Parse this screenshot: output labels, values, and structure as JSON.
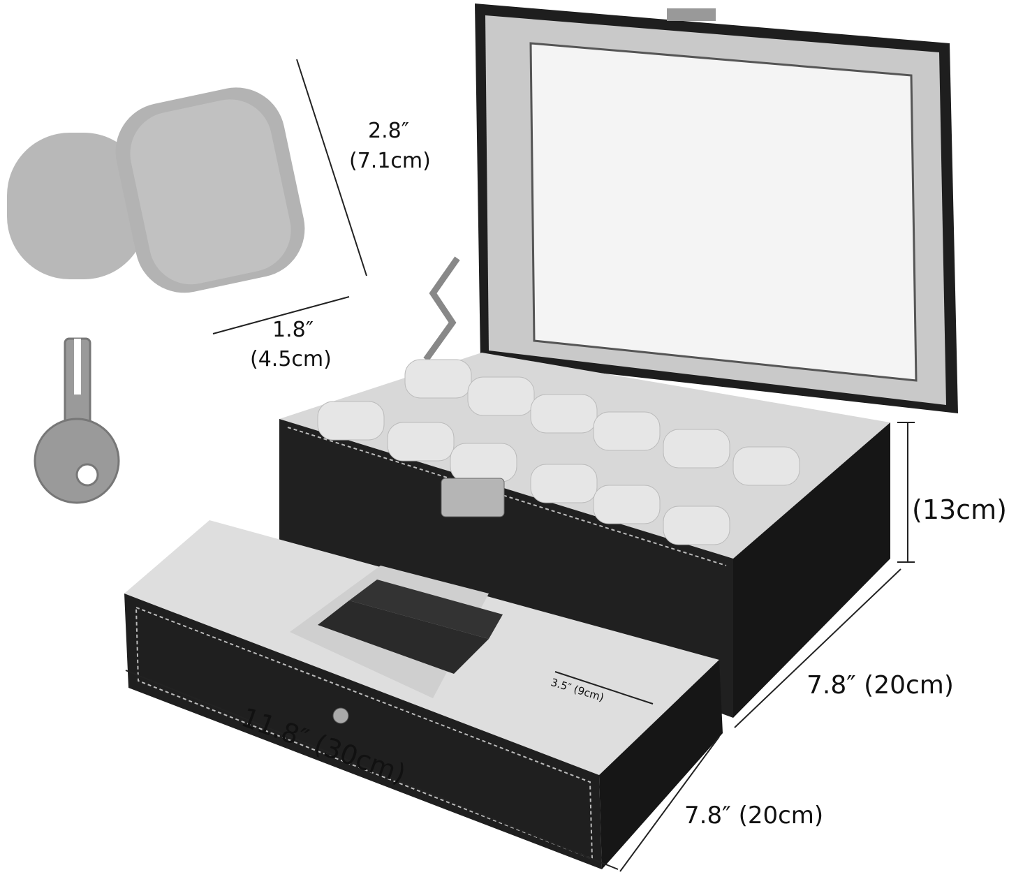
{
  "dimensions": {
    "pillow_height": {
      "in": "2.8″",
      "cm": "(7.1cm)"
    },
    "pillow_width": {
      "in": "1.8″",
      "cm": "(4.5cm)"
    },
    "box_height": "(13cm)",
    "box_depth": "7.8″ (20cm)",
    "box_length": "11.8″ (30cm)",
    "drawer_depth": "7.8″ (20cm)",
    "compartment": "3.5″ (9cm)"
  },
  "colors": {
    "leather": "#1c1c1c",
    "velvet": "#cfcfcf",
    "velvet_light": "#e4e4e4",
    "stitch": "#bbbbbb",
    "metal": "#a8a8a8"
  }
}
